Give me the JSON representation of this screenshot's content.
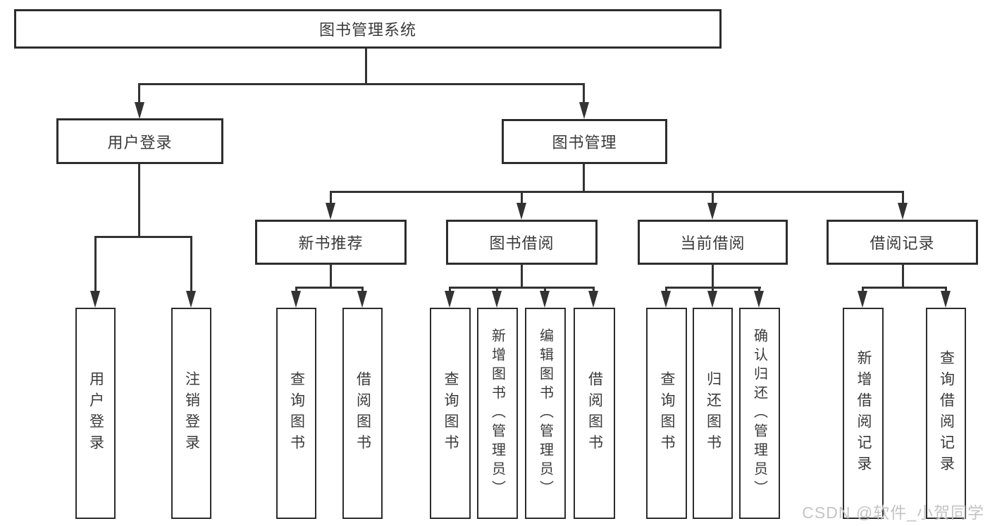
{
  "tree": {
    "label": "图书管理系统",
    "children": [
      {
        "label": "用户登录",
        "children": [
          {
            "label": "用户登录"
          },
          {
            "label": "注销登录"
          }
        ]
      },
      {
        "label": "图书管理",
        "children": [
          {
            "label": "新书推荐",
            "children": [
              {
                "label": "查询图书"
              },
              {
                "label": "借阅图书"
              }
            ]
          },
          {
            "label": "图书借阅",
            "children": [
              {
                "label": "查询图书"
              },
              {
                "label": "新增图书（管理员）"
              },
              {
                "label": "编辑图书（管理员）"
              },
              {
                "label": "借阅图书"
              }
            ]
          },
          {
            "label": "当前借阅",
            "children": [
              {
                "label": "查询图书"
              },
              {
                "label": "归还图书"
              },
              {
                "label": "确认归还（管理员）"
              }
            ]
          },
          {
            "label": "借阅记录",
            "children": [
              {
                "label": "新增借阅记录"
              },
              {
                "label": "查询借阅记录"
              }
            ]
          }
        ]
      }
    ]
  },
  "watermark": "CSDN @软件_小贺同学",
  "colors": {
    "background": "#ffffff",
    "box_border": "#2d2d2d",
    "line": "#333333",
    "text": "#3a3a3a",
    "watermark": "#c4c4c4"
  }
}
